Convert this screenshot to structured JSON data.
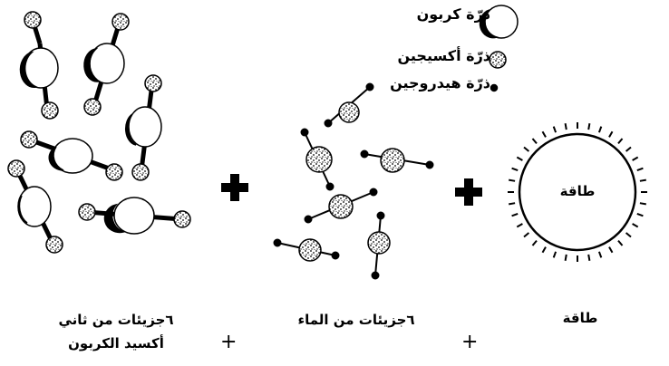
{
  "legend": {
    "carbon": "ذرّة كربون",
    "oxygen": "ذرّة أكسيجين",
    "hydrogen": "ذرّة هيدروجين"
  },
  "energy_text": "طاقة",
  "labels": {
    "energy": "طاقة",
    "water": "٦جزيئات من الماء",
    "co2_line1": "٦جزيئات من ثاني",
    "co2_line2": "أكسيد الكربون",
    "plus": "+"
  }
}
